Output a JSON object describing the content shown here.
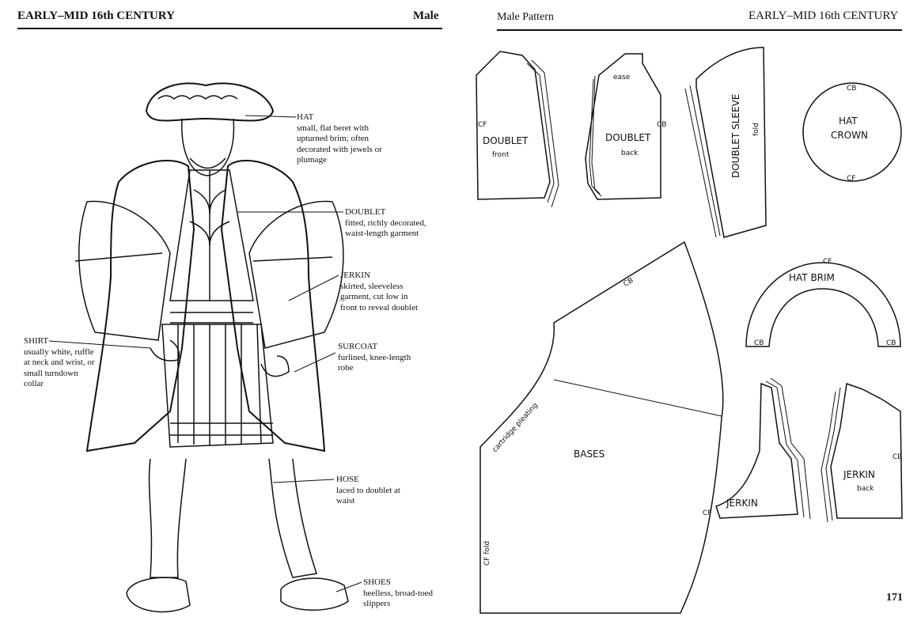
{
  "left_page": {
    "header_title": "EARLY–MID 16th CENTURY",
    "header_gender": "Male",
    "labels": [
      {
        "key": "hat",
        "title": "HAT",
        "desc": "small, flat beret with upturned brim; often decorated with jewels or plumage"
      },
      {
        "key": "doublet",
        "title": "DOUBLET",
        "desc": "fitted, richly decorated, waist-length garment"
      },
      {
        "key": "jerkin",
        "title": "JERKIN",
        "desc": "skirted, sleeveless garment, cut low in front to reveal doublet"
      },
      {
        "key": "shirt",
        "title": "SHIRT",
        "desc": "usually white, ruffle at neck and wrist, or small turndown collar"
      },
      {
        "key": "surcoat",
        "title": "SURCOAT",
        "desc": "furlined, knee-length robe"
      },
      {
        "key": "hose",
        "title": "HOSE",
        "desc": "laced to doublet at waist"
      },
      {
        "key": "shoes",
        "title": "SHOES",
        "desc": "heelless, broad-toed slippers"
      }
    ]
  },
  "right_page": {
    "header_title": "Male Pattern",
    "header_century": "EARLY–MID 16th CENTURY",
    "page_number": "171",
    "pieces": {
      "doublet_front": {
        "name": "DOUBLET",
        "sub": "front",
        "mark": "CF"
      },
      "doublet_back": {
        "name": "DOUBLET",
        "sub": "back",
        "mark": "CB",
        "ease": "ease"
      },
      "doublet_sleeve": {
        "name": "DOUBLET SLEEVE",
        "fold": "fold"
      },
      "hat_crown": {
        "name1": "HAT",
        "name2": "CROWN",
        "top": "CB",
        "bottom": "CF"
      },
      "hat_brim": {
        "name": "HAT BRIM",
        "top": "CF",
        "left": "CB",
        "right": "CB"
      },
      "bases": {
        "name": "BASES",
        "cb": "CB",
        "pleat": "cartridge pleating",
        "fold": "CF fold"
      },
      "jerkin_front": {
        "name": "JERKIN",
        "mark": "CF"
      },
      "jerkin_back": {
        "name": "JERKIN",
        "sub": "back",
        "mark": "CB"
      }
    }
  }
}
